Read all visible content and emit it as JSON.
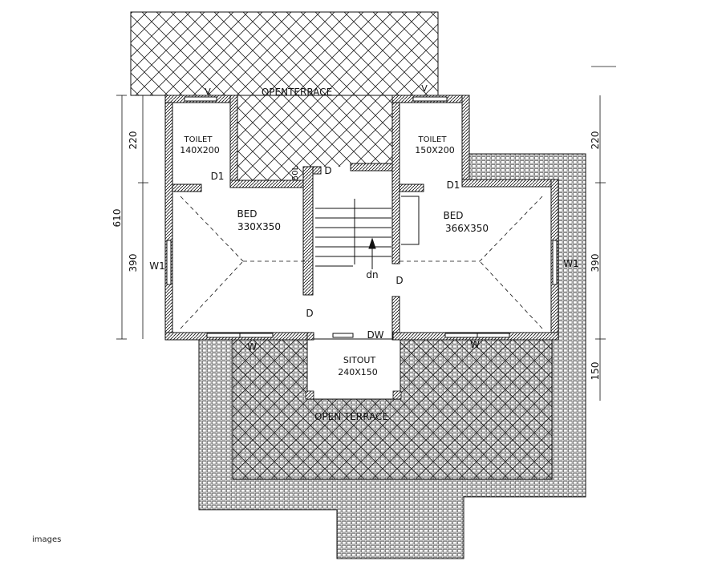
{
  "plan": {
    "open_terrace_top": "OPENTERRACE",
    "open_terrace_bottom": "OPEN TERRACE",
    "toilet_left": {
      "name": "TOILET",
      "size": "140X200"
    },
    "toilet_right": {
      "name": "TOILET",
      "size": "150X200"
    },
    "bed_left": {
      "name": "BED",
      "size": "330X350"
    },
    "bed_right": {
      "name": "BED",
      "size": "366X350"
    },
    "sitout": {
      "name": "SITOUT",
      "size": "240X150"
    },
    "labels": {
      "ventilator": "V",
      "door": "D",
      "door_d1": "D1",
      "window": "W",
      "window_w1": "W1",
      "dw": "DW",
      "stair_down": "dn",
      "wall_note": "50L"
    },
    "dimensions": {
      "left_total": "610",
      "left_upper": "220",
      "left_lower": "390",
      "right_upper": "220",
      "right_mid": "390",
      "right_lower": "150"
    }
  },
  "watermark": "images"
}
